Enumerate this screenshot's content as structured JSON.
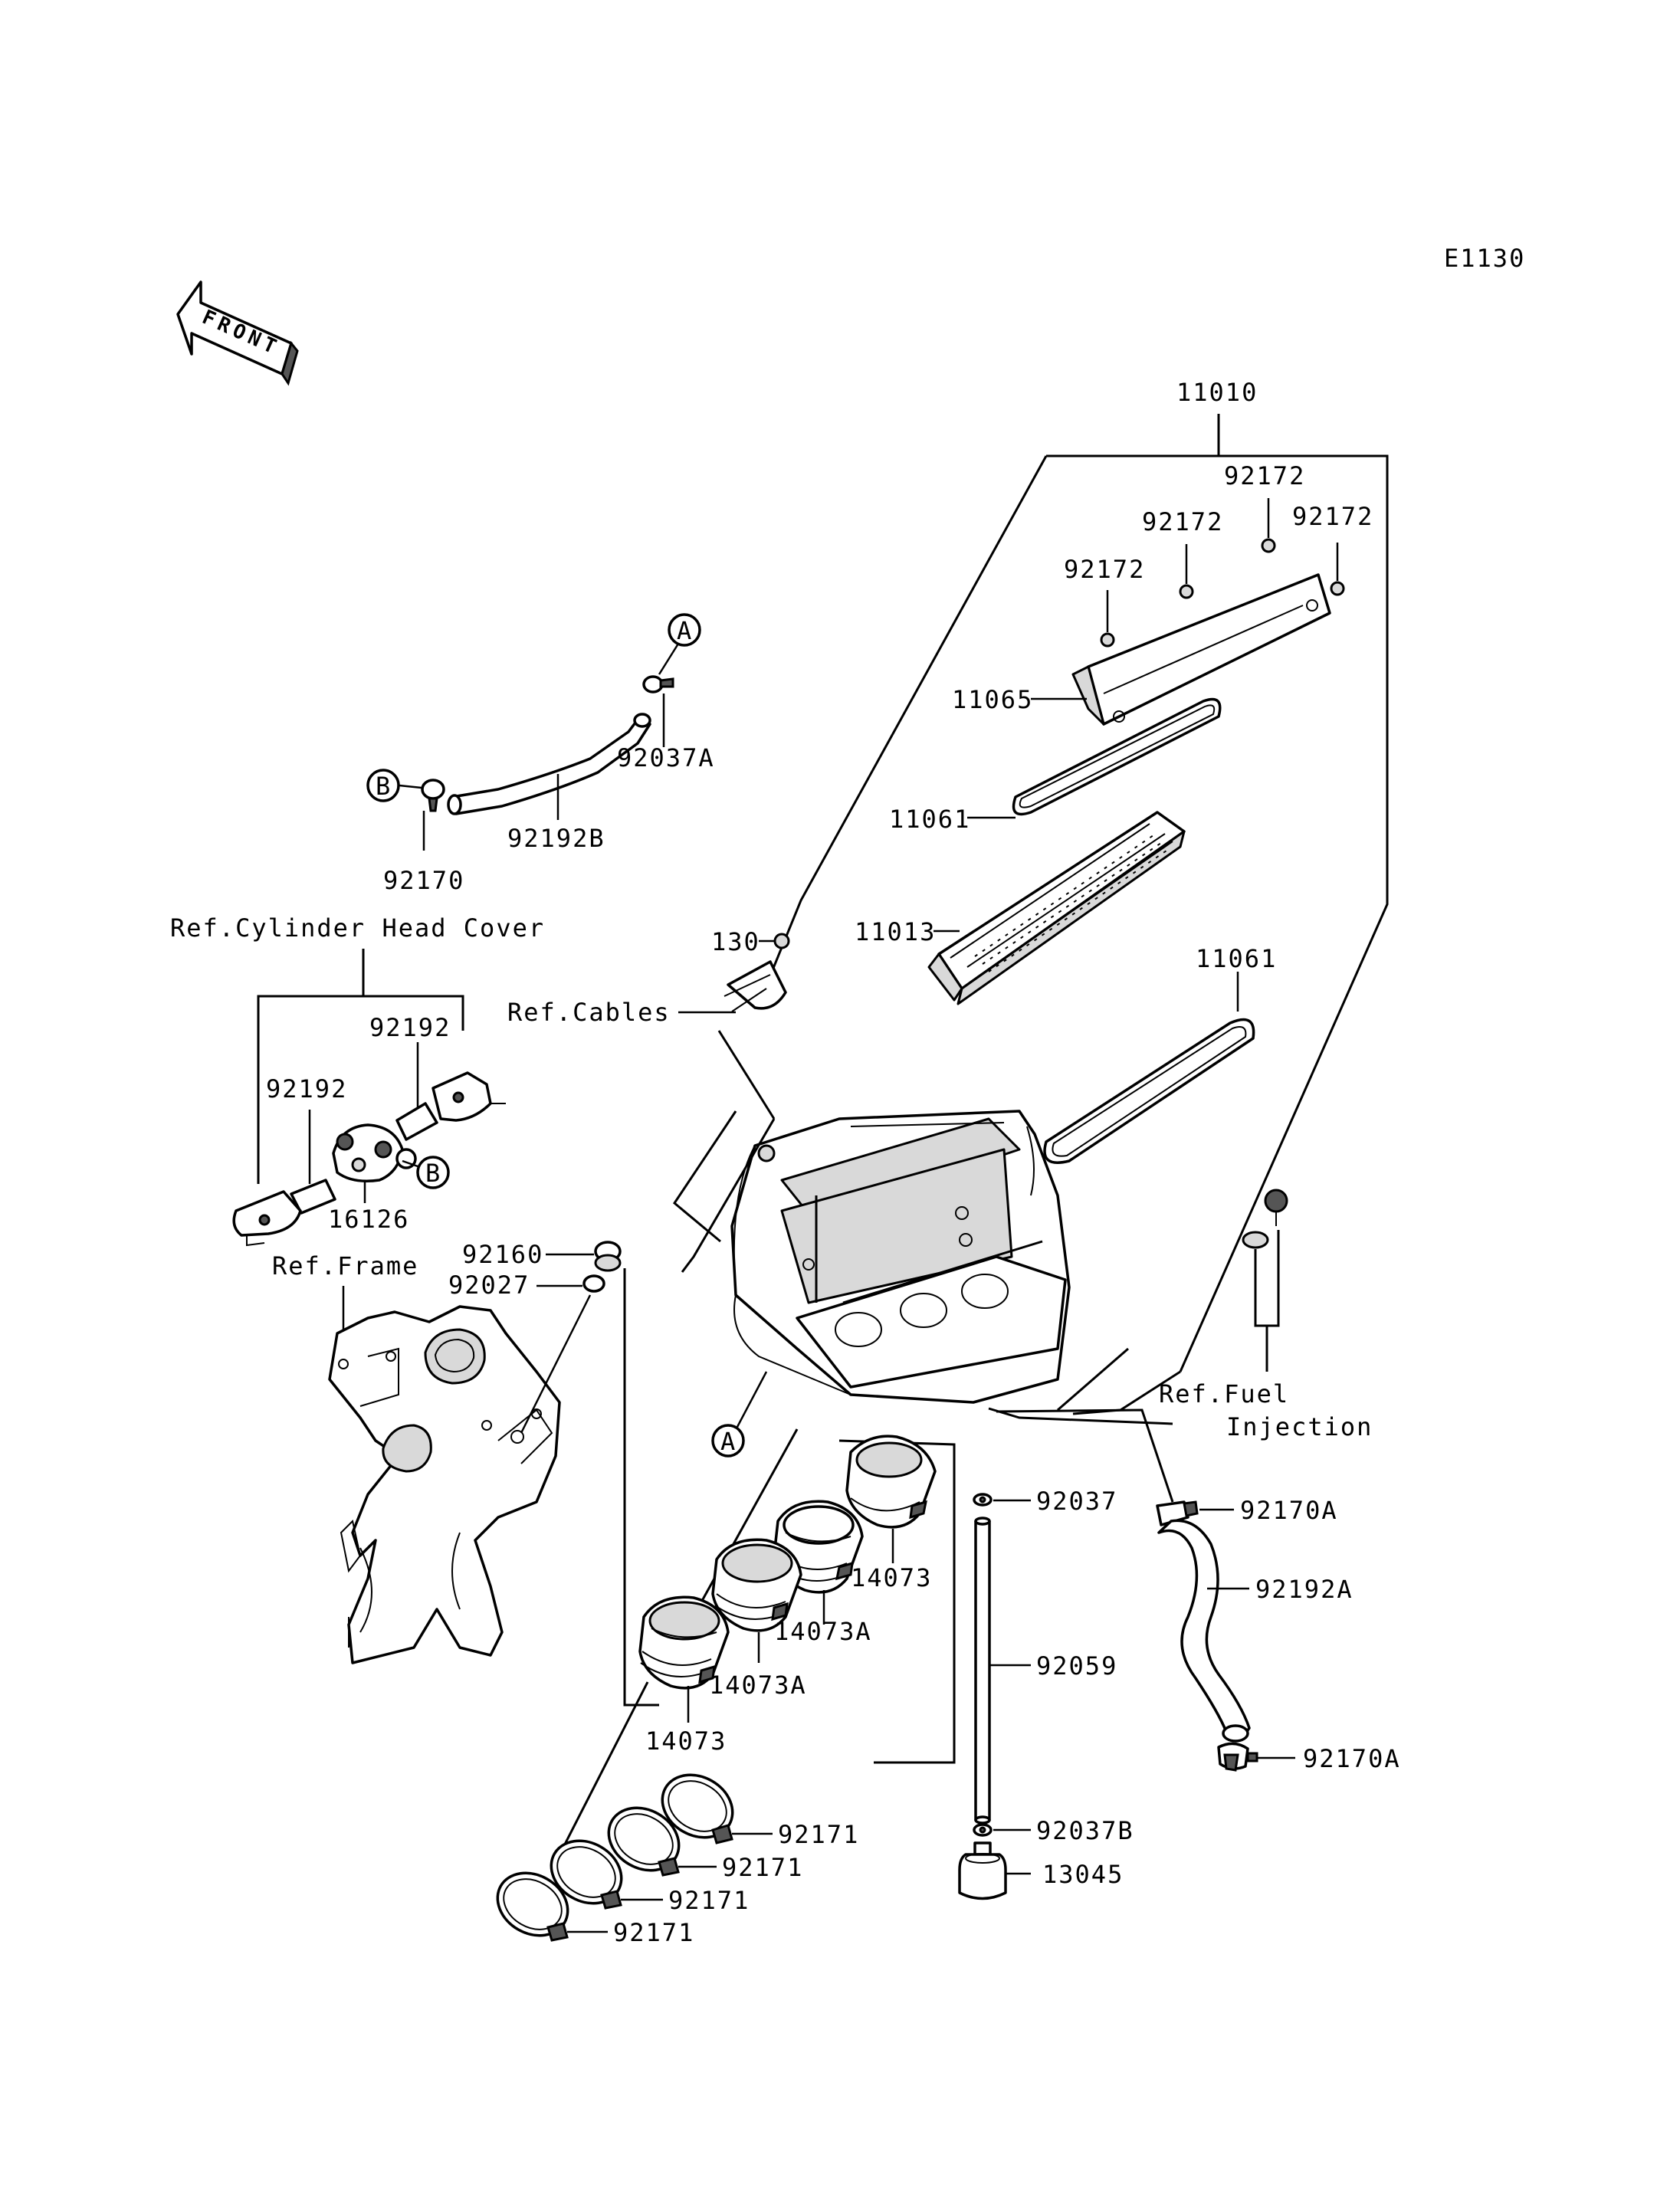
{
  "diagram_code": "E1130",
  "front_label": "FRONT",
  "callouts": {
    "c11010": "11010",
    "c92172_a": "92172",
    "c92172_b": "92172",
    "c92172_c": "92172",
    "c92172_d": "92172",
    "c11065": "11065",
    "c11061_a": "11061",
    "c11013": "11013",
    "c130": "130",
    "c11061_b": "11061",
    "c92037A": "92037A",
    "c92192B": "92192B",
    "c92170": "92170",
    "c92192_a": "92192",
    "c92192_b": "92192",
    "c16126": "16126",
    "c92160": "92160",
    "c92027": "92027",
    "c92037": "92037",
    "c92170A_a": "92170A",
    "c92192A": "92192A",
    "c14073_a": "14073",
    "c14073A_a": "14073A",
    "c14073A_b": "14073A",
    "c14073_b": "14073",
    "c92059": "92059",
    "c92170A_b": "92170A",
    "c92037B": "92037B",
    "c13045": "13045",
    "c92171_a": "92171",
    "c92171_b": "92171",
    "c92171_c": "92171",
    "c92171_d": "92171"
  },
  "references": {
    "cylinder_head_cover": "Ref.Cylinder Head Cover",
    "cables": "Ref.Cables",
    "frame": "Ref.Frame",
    "fuel_injection_1": "Ref.Fuel",
    "fuel_injection_2": "Injection"
  },
  "markers": {
    "a_top": "A",
    "b_left": "B",
    "b_right": "B",
    "a_bottom": "A"
  }
}
